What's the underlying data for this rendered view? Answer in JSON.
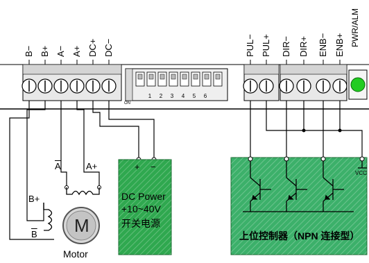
{
  "terminals_left": [
    "B−",
    "B+",
    "A−",
    "A+",
    "DC+",
    "DC−"
  ],
  "terminals_signal": [
    "PUL−",
    "PUL+",
    "DIR−",
    "DIR+",
    "ENB−",
    "ENB+"
  ],
  "indicator_label": "PWR/ALM",
  "dip_label": "ON",
  "dip_switches": [
    "1",
    "2",
    "3",
    "4",
    "5",
    "6"
  ],
  "motor": {
    "label": "Motor",
    "glyph": "M",
    "a_neg": "A",
    "a_pos": "A+",
    "b_pos": "B+",
    "b_neg": "B"
  },
  "power_box": {
    "line1": "DC Power",
    "line2": "+10~40V",
    "line3": "开关电源",
    "plus": "+",
    "minus": "−",
    "color": "#2fa84f"
  },
  "controller_box": {
    "label": "上位控制器（NPN 连接型）",
    "vcc": "VCC",
    "color": "#3cb06a"
  },
  "led_color": "#22cc22"
}
